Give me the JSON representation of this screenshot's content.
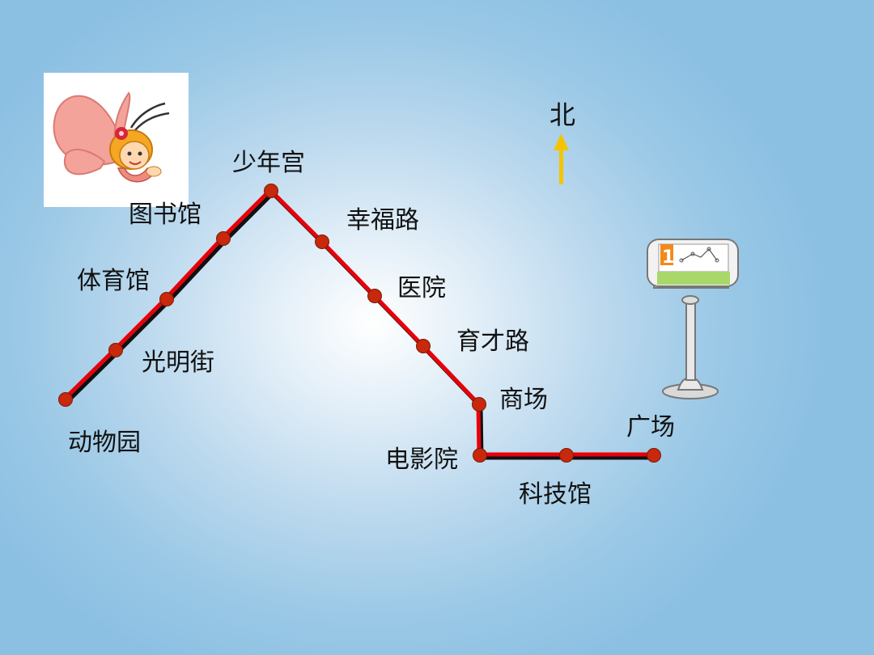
{
  "north": {
    "label": "北",
    "arrow_color": "#f5c400"
  },
  "route": {
    "line_color": "#e8000a",
    "shadow_color": "#111111",
    "stop_color": "#c8280c",
    "stops": [
      {
        "id": "dongwuyuan",
        "name": "动物园"
      },
      {
        "id": "guangmingjie",
        "name": "光明街"
      },
      {
        "id": "tiyuguan",
        "name": "体育馆"
      },
      {
        "id": "tushuguan",
        "name": "图书馆"
      },
      {
        "id": "shaoniangong",
        "name": "少年宫"
      },
      {
        "id": "xingfulu",
        "name": "幸福路"
      },
      {
        "id": "yiyuan",
        "name": "医院"
      },
      {
        "id": "yucailu",
        "name": "育才路"
      },
      {
        "id": "shangchang",
        "name": "商场"
      },
      {
        "id": "dianyingyuan",
        "name": "电影院"
      },
      {
        "id": "kejiguan",
        "name": "科技馆"
      },
      {
        "id": "guangchang",
        "name": "广场"
      }
    ]
  },
  "decor": {
    "butterfly_girl": "butterfly-girl-illustration",
    "bus_stop_sign": "bus-stop-sign-icon",
    "sign_number": "1"
  }
}
